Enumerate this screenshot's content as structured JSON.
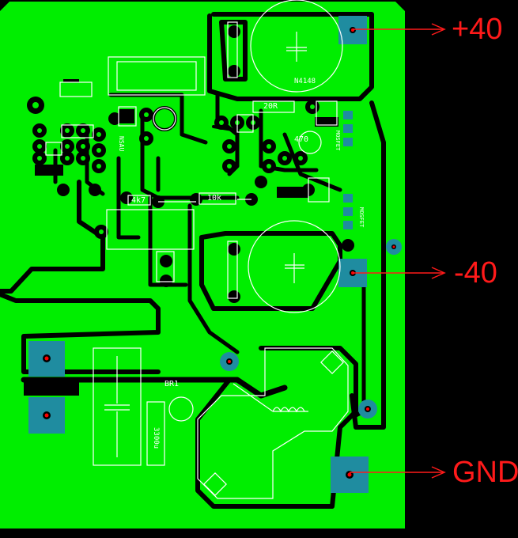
{
  "net_labels": {
    "plus40": "+40",
    "minus40": "-40",
    "gnd": "GND"
  },
  "silkscreen": {
    "r_20r": "20R",
    "r_4k7": "4k7",
    "r_10k": "10k",
    "d_n4148": "N4148",
    "c_470": "470",
    "mosfet_top": "MOSFET",
    "mosfet_mid": "MOSFET",
    "bridge": "BR1",
    "cap_3300": "3300u",
    "nsa": "NSAU"
  },
  "colors": {
    "board": "#000000",
    "copper": "#00ee00",
    "trace_gap": "#000000",
    "pad": "#1f8ca0",
    "drill": "#ff0000",
    "silkscreen": "#ffffff",
    "label": "#ff1a1a"
  }
}
